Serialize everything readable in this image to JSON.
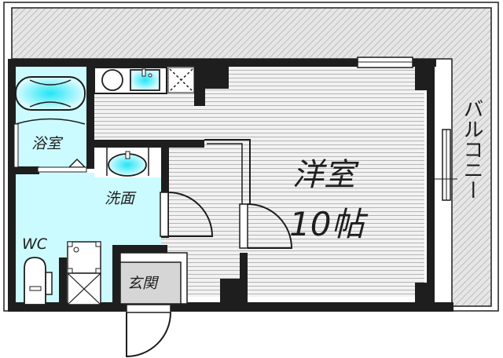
{
  "floorplan": {
    "rooms": {
      "western_room": {
        "label": "洋室",
        "size": "10帖"
      },
      "bathroom": {
        "label": "浴室"
      },
      "washroom": {
        "label": "洗面"
      },
      "toilet": {
        "label": "WC"
      },
      "entrance": {
        "label": "玄関"
      },
      "balcony": {
        "label": "バルコニー"
      }
    },
    "colors": {
      "wall": "#1e1e1e",
      "wet_area": "#ccfbff",
      "fixture_blue": "#33e6f2",
      "floor_lines": "#b8b8b8",
      "balcony_hatch": "#d4d4d4",
      "entrance_floor": "#d6d6d6"
    }
  }
}
